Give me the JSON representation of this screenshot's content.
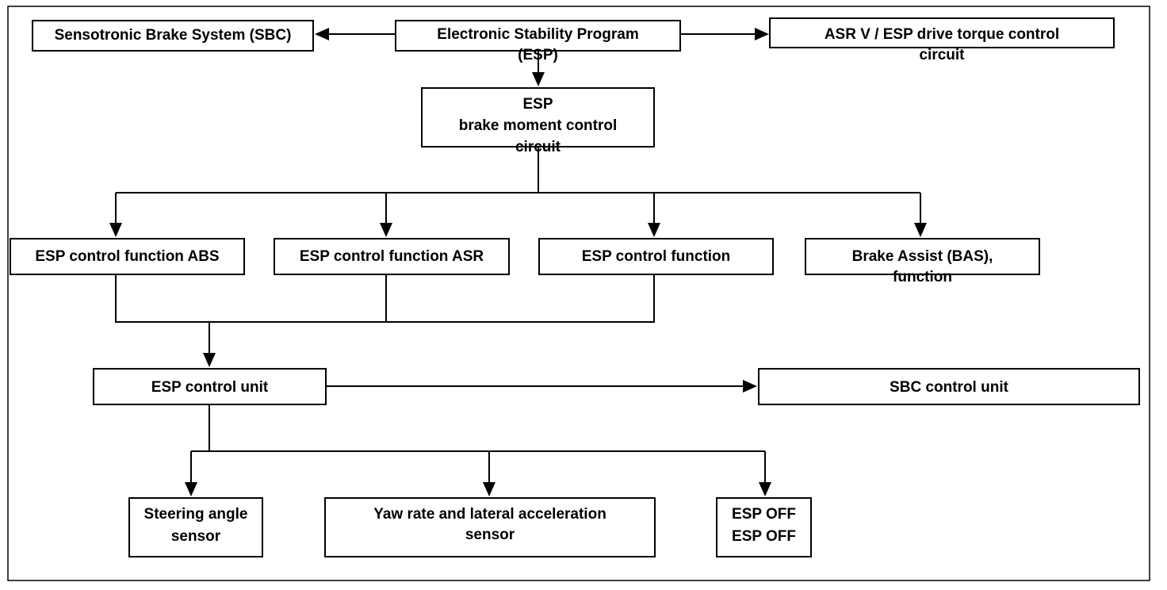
{
  "nodes": {
    "sbc_system": {
      "lines": [
        "Sensotronic Brake System (SBC)"
      ]
    },
    "esp_program": {
      "lines": [
        "Electronic Stability Program",
        "(ESP)"
      ]
    },
    "asr_drive": {
      "lines": [
        "ASR V / ESP drive torque control",
        "circuit"
      ]
    },
    "brake_moment": {
      "lines": [
        "ESP",
        "brake moment control",
        "circuit"
      ]
    },
    "func_abs": {
      "lines": [
        "ESP control function ABS"
      ]
    },
    "func_asr": {
      "lines": [
        "ESP control function ASR"
      ]
    },
    "func_plain": {
      "lines": [
        "ESP control function"
      ]
    },
    "bas": {
      "lines": [
        "Brake Assist (BAS),",
        "function"
      ]
    },
    "esp_unit": {
      "lines": [
        "ESP control unit"
      ]
    },
    "sbc_unit": {
      "lines": [
        "SBC control unit"
      ]
    },
    "steering": {
      "lines": [
        "Steering angle",
        "sensor"
      ]
    },
    "yaw": {
      "lines": [
        "Yaw rate and lateral acceleration",
        "sensor"
      ]
    },
    "esp_off": {
      "lines": [
        "ESP OFF",
        "ESP OFF"
      ]
    }
  },
  "colors": {
    "line": "#000000",
    "background": "#ffffff"
  }
}
